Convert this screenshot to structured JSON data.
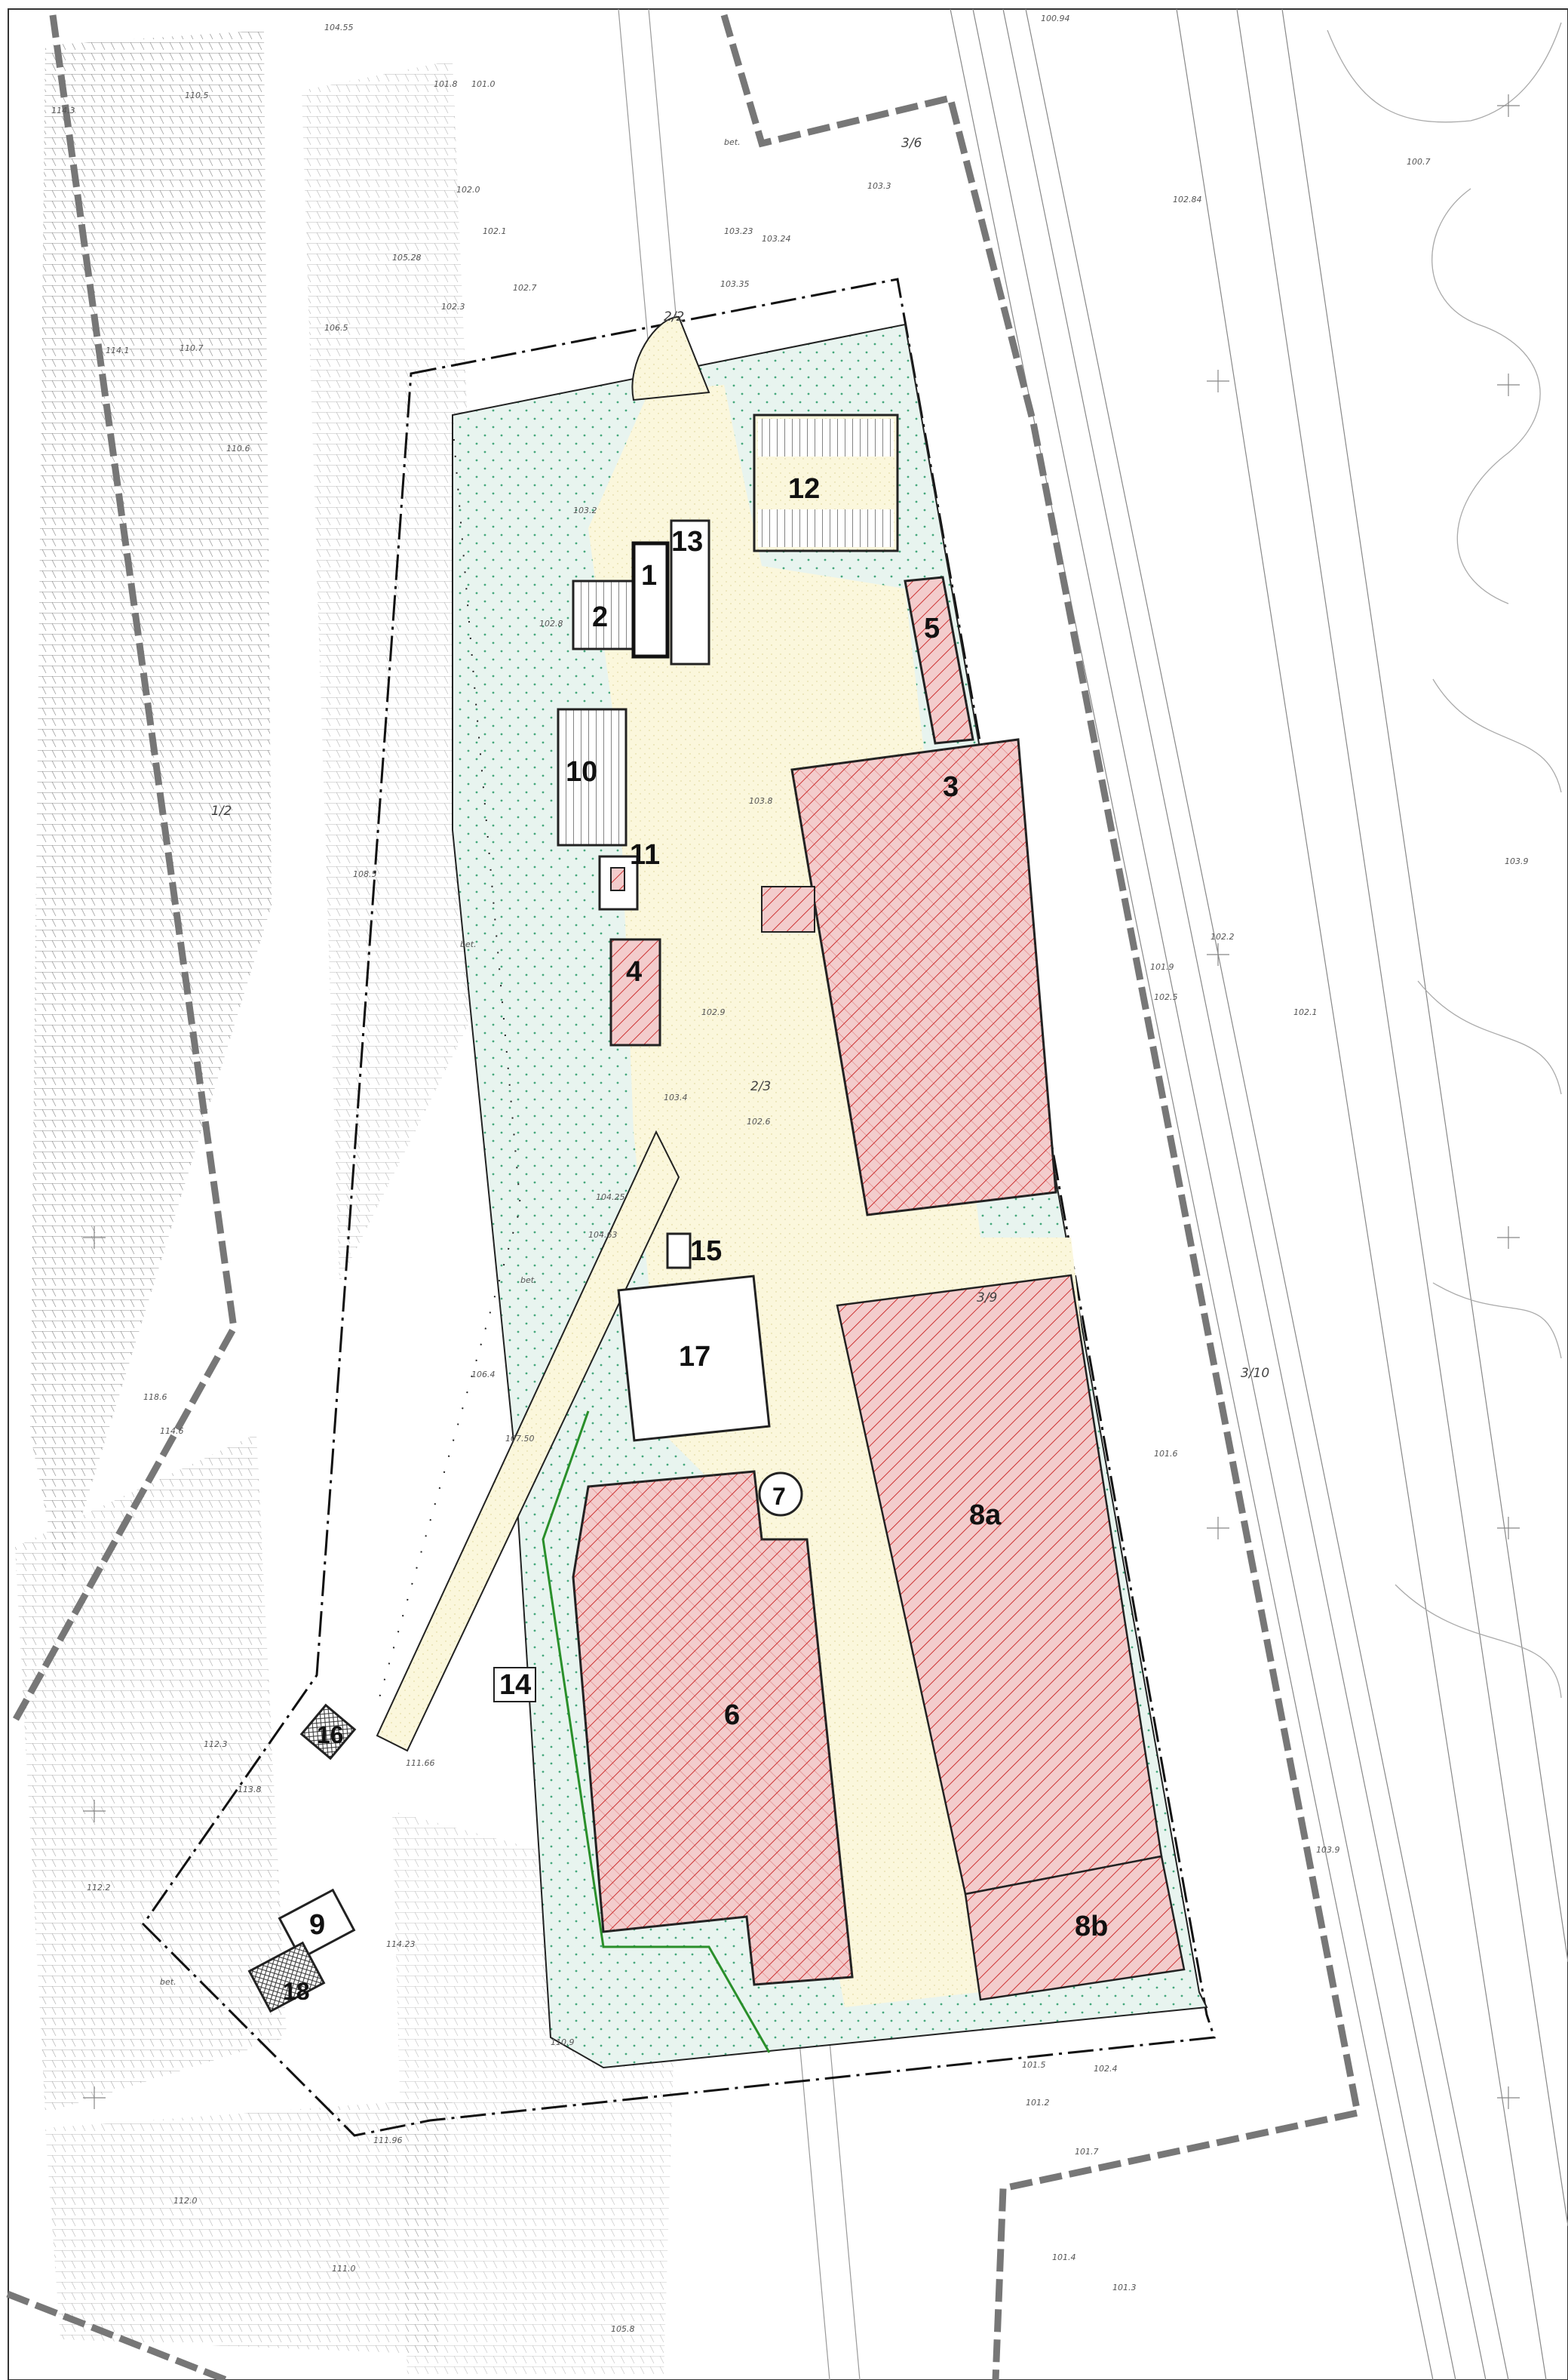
{
  "map": {
    "buildings": [
      {
        "id": "b1",
        "label": "1"
      },
      {
        "id": "b2",
        "label": "2"
      },
      {
        "id": "b3",
        "label": "3"
      },
      {
        "id": "b4",
        "label": "4"
      },
      {
        "id": "b5",
        "label": "5"
      },
      {
        "id": "b6",
        "label": "6"
      },
      {
        "id": "b7",
        "label": "7"
      },
      {
        "id": "b8a",
        "label": "8a"
      },
      {
        "id": "b8b",
        "label": "8b"
      },
      {
        "id": "b9",
        "label": "9"
      },
      {
        "id": "b10",
        "label": "10"
      },
      {
        "id": "b11",
        "label": "11"
      },
      {
        "id": "b12",
        "label": "12"
      },
      {
        "id": "b13",
        "label": "13"
      },
      {
        "id": "b14",
        "label": "14"
      },
      {
        "id": "b15",
        "label": "15"
      },
      {
        "id": "b16",
        "label": "16"
      },
      {
        "id": "b17",
        "label": "17"
      },
      {
        "id": "b18",
        "label": "18"
      }
    ],
    "parcels": [
      "2/2",
      "2/3",
      "3/6",
      "3/9",
      "3/10",
      "1/2"
    ],
    "surface_labels": [
      "bet.",
      "bet.",
      "bet.",
      "bet."
    ],
    "elevations": [
      "101.0",
      "102.0",
      "102.1",
      "103.3",
      "103.23",
      "103.24",
      "102.3",
      "102.7",
      "103.35",
      "101.8",
      "114.3",
      "110.5",
      "110.6",
      "114.1",
      "110.7",
      "108.5",
      "112.3",
      "114.6",
      "118.6",
      "111.0",
      "103.2",
      "102.8",
      "103.4",
      "102.6",
      "102.9",
      "104.25",
      "104.63",
      "106.4",
      "107.50",
      "110.9",
      "111.66",
      "113.8",
      "114.23",
      "112.2",
      "112.0",
      "111.96",
      "105.8",
      "101.5",
      "101.7",
      "101.4",
      "101.3",
      "102.2",
      "102.5",
      "101.6",
      "101.9",
      "103.8",
      "103.9",
      "102.1",
      "103.9",
      "102.4",
      "101.2",
      "104.55",
      "105.28",
      "106.5",
      "100.7",
      "102.84",
      "100.94"
    ],
    "colors": {
      "building_fill": "#f2c6c6",
      "building_hatch": "#cc3333",
      "paved": "#fbf7dc",
      "green": "#e6f3ee",
      "green_dot": "#4cae84",
      "boundary": "#777777",
      "outline": "#222222"
    }
  }
}
